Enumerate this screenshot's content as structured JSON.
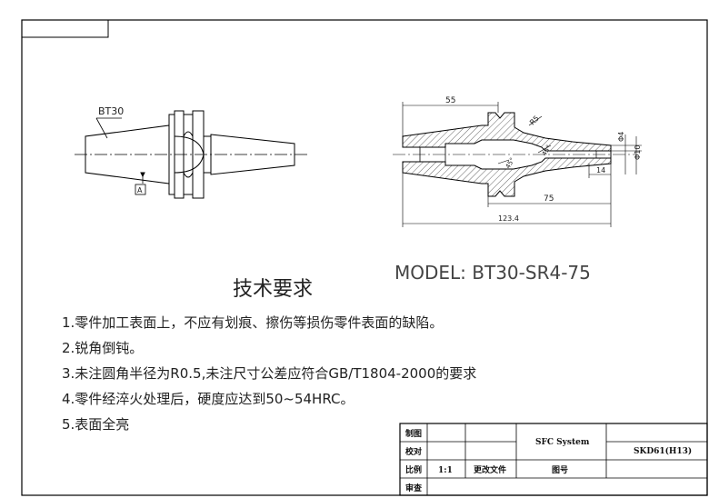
{
  "drawing": {
    "left_view": {
      "label_taper": "BT30",
      "datum_letter": "A"
    },
    "section_view": {
      "dimensions": {
        "d55": "55",
        "d75": "75",
        "d123": "123.4",
        "d14": "14",
        "phi4": "Φ4",
        "phi10": "Φ10",
        "r5": "R5",
        "r45a": "45°",
        "r45b": "45°"
      }
    },
    "model": "MODEL: BT30-SR4-75",
    "requirements": {
      "title": "技术要求",
      "items": [
        "1.零件加工表面上，不应有划痕、擦伤等损伤零件表面的缺陷。",
        "2.锐角倒钝。",
        "3.未注圆角半径为R0.5,未注尺寸公差应符合GB/T1804-2000的要求",
        "4.零件经淬火处理后，硬度应达到50~54HRC。",
        "5.表面全亮"
      ]
    },
    "title_block": {
      "row1_label": "制图",
      "row2_label": "校对",
      "row3_label": "比例",
      "row4_label": "审查",
      "scale": "1:1",
      "change_doc": "更改文件",
      "drawing_no": "图号",
      "company": "SFC System",
      "material": "SKD61(H13)"
    }
  }
}
